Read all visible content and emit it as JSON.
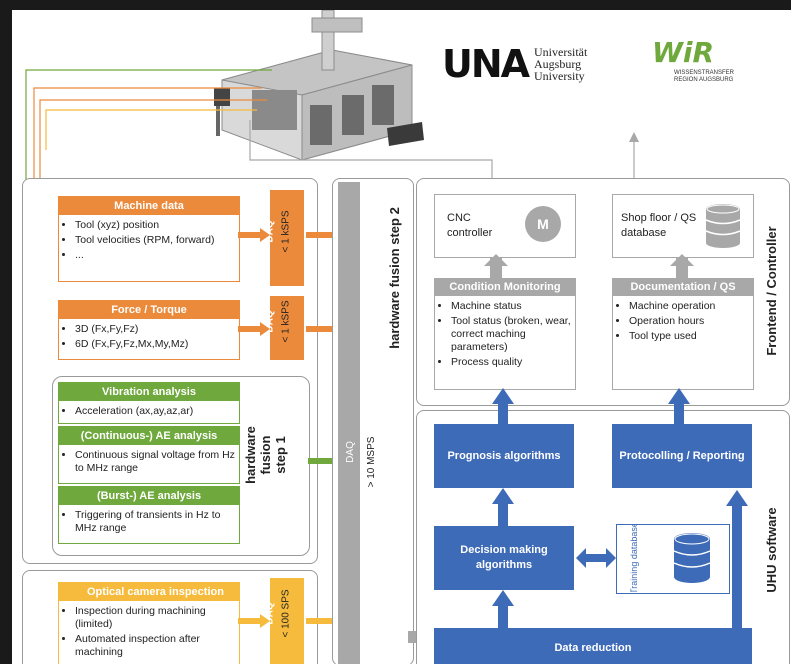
{
  "logos": {
    "uni_mark": "UNA",
    "uni_text": [
      "Universität",
      "Augsburg",
      "University"
    ],
    "wir_mark": "WiR",
    "wir_text": [
      "WISSENSTRANSFER",
      "REGION AUGSBURG"
    ]
  },
  "left": {
    "machine_data": {
      "title": "Machine data",
      "items": [
        "Tool (xyz) position",
        "Tool velocities (RPM, forward)",
        "..."
      ],
      "daq": "DAQ",
      "rate": "< 1 kSPS"
    },
    "force": {
      "title": "Force / Torque",
      "items": [
        "3D (Fx,Fy,Fz)",
        "6D (Fx,Fy,Fz,Mx,My,Mz)"
      ],
      "daq": "DAQ",
      "rate": "< 1 kSPS"
    },
    "vibration": {
      "title": "Vibration analysis",
      "items": [
        "Acceleration (ax,ay,az,ar)"
      ]
    },
    "ae_cont": {
      "title": "(Continuous-) AE analysis",
      "items": [
        "Continuous signal voltage from Hz to MHz range"
      ]
    },
    "ae_burst": {
      "title": "(Burst-) AE analysis",
      "items": [
        "Triggering of transients in Hz to MHz range"
      ]
    },
    "fusion1": [
      "hardware",
      "fusion",
      "step 1"
    ],
    "optical": {
      "title": "Optical camera inspection",
      "items": [
        "Inspection during machining (limited)",
        "Automated inspection after machining"
      ],
      "daq": "DAQ",
      "rate": "< 100 SPS"
    }
  },
  "middle": {
    "fusion2": "hardware fusion step 2",
    "daq": "DAQ",
    "rate": "> 10 MSPS"
  },
  "frontend": {
    "label": "Frontend / Controller",
    "cnc": "CNC controller",
    "motor": "M",
    "shopfloor": "Shop floor / QS database",
    "condition": {
      "title": "Condition Monitoring",
      "items": [
        "Machine status",
        "Tool status (broken, wear, correct maching parameters)",
        "Process quality"
      ]
    },
    "documentation": {
      "title": "Documentation / QS",
      "items": [
        "Machine operation",
        "Operation hours",
        "Tool type used"
      ]
    }
  },
  "uhu": {
    "label": "UHU software",
    "prognosis": "Prognosis algorithms",
    "protocolling": "Protocolling / Reporting",
    "decision": "Decision making algorithms",
    "training": "Training database",
    "reduction": "Data reduction"
  },
  "colors": {
    "orange": "#ec8a3c",
    "green": "#6fa83c",
    "yellow": "#f6bb3c",
    "blue": "#3e6bb8",
    "gray": "#a8a8a8"
  }
}
